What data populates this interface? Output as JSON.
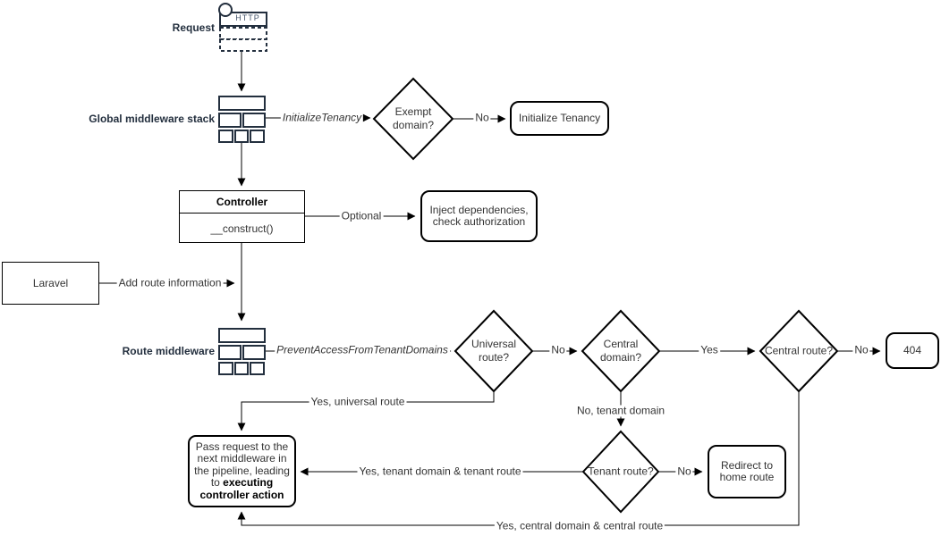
{
  "colors": {
    "accent_navy": "#232F3E",
    "shape_stroke": "#000000",
    "text": "#333333"
  },
  "nodes": {
    "request": {
      "label": "Request",
      "http": "HTTP"
    },
    "global_middleware": {
      "label": "Global middleware stack"
    },
    "exempt_domain": {
      "text": "Exempt domain?"
    },
    "initialize_tenancy": {
      "text": "Initialize Tenancy"
    },
    "controller": {
      "title": "Controller",
      "method": "__construct()"
    },
    "inject_dependencies": {
      "text": "Inject dependencies, check authorization"
    },
    "laravel": {
      "text": "Laravel"
    },
    "route_middleware": {
      "label": "Route middleware"
    },
    "universal_route": {
      "text": "Universal route?"
    },
    "central_domain": {
      "text": "Central domain?"
    },
    "central_route": {
      "text": "Central route?"
    },
    "not_found": {
      "text": "404"
    },
    "tenant_route": {
      "text": "Tenant route?"
    },
    "redirect_home": {
      "text": "Redirect to home route"
    },
    "pass_request": {
      "text": "Pass request to the next middleware in the pipeline, leading to ",
      "bold": "executing controller action"
    }
  },
  "edges": {
    "initialize_tenancy_label": "InitializeTenancy",
    "exempt_no": "No",
    "optional": "Optional",
    "add_route_info": "Add route information",
    "prevent_access_label": "PreventAccessFromTenantDomains",
    "universal_no": "No",
    "central_domain_yes": "Yes",
    "central_route_no": "No",
    "yes_universal_route": "Yes, universal route",
    "no_tenant_domain": "No, tenant domain",
    "tenant_route_no": "No",
    "yes_tenant_route": "Yes, tenant domain & tenant route",
    "yes_central_route": "Yes, central domain & central route"
  }
}
